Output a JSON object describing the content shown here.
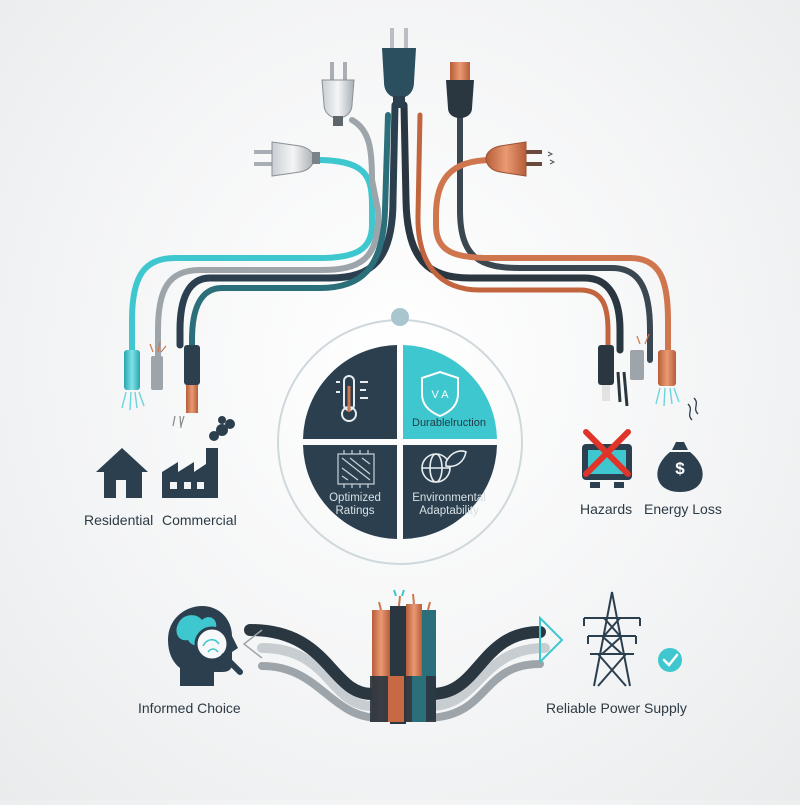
{
  "colors": {
    "navy": "#2b3f4f",
    "teal": "#3fc7cf",
    "grey": "#9ea5aa",
    "dark": "#2a3640",
    "copper": "#d0764e",
    "red": "#e0342b",
    "text": "#2d3a44"
  },
  "left_labels": {
    "residential": "Residential",
    "commercial": "Commercial"
  },
  "right_labels": {
    "hazards": "Hazards",
    "energy_loss": "Energy Loss"
  },
  "quadrants": {
    "top_right": "Durablelruction",
    "bottom_left_line1": "Optimized",
    "bottom_left_line2": "Ratings",
    "bottom_right_line1": "Environmental",
    "bottom_right_line2": "Adaptability"
  },
  "shield_text": "V A",
  "dollar_sign": "$",
  "bottom_labels": {
    "informed_choice": "Informed Choice",
    "reliable_power": "Reliable Power Supply"
  },
  "icons": [
    "plug-icon",
    "house-icon",
    "factory-icon",
    "thermometer-icon",
    "shield-icon",
    "chip-icon",
    "globe-leaf-icon",
    "no-tv-icon",
    "money-bag-icon",
    "head-magnifier-icon",
    "power-tower-icon",
    "check-icon"
  ]
}
